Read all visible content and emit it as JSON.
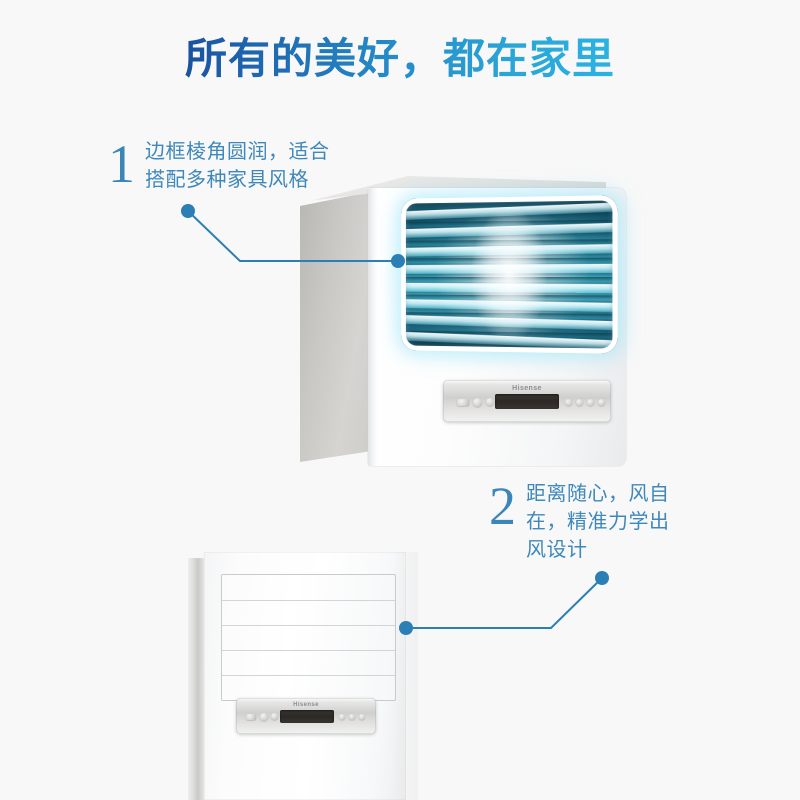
{
  "page": {
    "background_color": "#f8f8f8"
  },
  "headline": {
    "text": "所有的美好，都在家里",
    "gradient_start": "#14306b",
    "gradient_end": "#2fc1e8"
  },
  "callouts": [
    {
      "number": "1",
      "text": "边框棱角圆润，适合\n搭配多种家具风格",
      "color": "#3e88bc"
    },
    {
      "number": "2",
      "text": "距离随心，风自\n在，精准力学出\n风设计",
      "color": "#3e88bc"
    }
  ],
  "leader_lines": {
    "color": "#2b7fb5",
    "dot_color": "#2b7fb5"
  },
  "product": {
    "brand": "Hisense",
    "top_unit": {
      "brand": "Hisense",
      "vent_glow_color": "#49b9cd",
      "louver_count": 8
    },
    "bottom_unit": {
      "brand": "Hisense",
      "louver_count": 5
    }
  }
}
